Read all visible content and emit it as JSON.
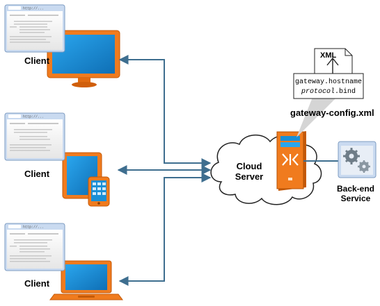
{
  "clients": [
    {
      "label": "Client",
      "device": "monitor",
      "url_text": "http://..."
    },
    {
      "label": "Client",
      "device": "tablet-and-phone",
      "url_text": "http://..."
    },
    {
      "label": "Client",
      "device": "laptop",
      "url_text": "http://..."
    }
  ],
  "cloud_server": {
    "line1": "Cloud",
    "line2": "Server"
  },
  "config_file": {
    "badge": "XML",
    "lines": [
      {
        "text": "gateway.hostname"
      },
      {
        "italic": "protocol",
        "rest": ".bind"
      }
    ],
    "filename": "gateway-config.xml"
  },
  "backend": {
    "line1": "Back-end",
    "line2": "Service"
  },
  "colors": {
    "device_orange": "#f07b1e",
    "device_screen": "#1a8fd6",
    "arrow_blue": "#3e6e8f",
    "cloud_stroke": "#222222",
    "window_frame": "#9bb6d4"
  }
}
